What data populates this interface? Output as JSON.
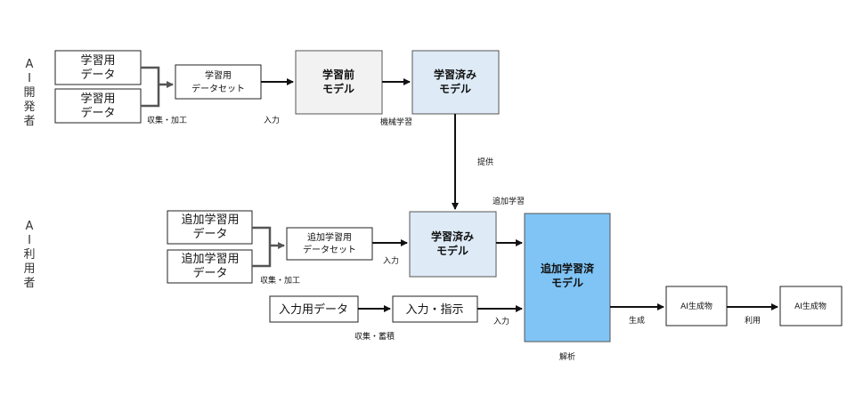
{
  "actors": {
    "developer": [
      "A",
      "I",
      "開",
      "発",
      "者"
    ],
    "user": [
      "A",
      "I",
      "利",
      "用",
      "者"
    ]
  },
  "boxes": {
    "dev_data1": [
      "学習用",
      "データ"
    ],
    "dev_data2": [
      "学習用",
      "データ"
    ],
    "dev_dataset": [
      "学習用",
      "データセット"
    ],
    "pre_model": [
      "学習前",
      "モデル"
    ],
    "trained_model_top": [
      "学習済み",
      "モデル"
    ],
    "add_data1": [
      "追加学習用",
      "データ"
    ],
    "add_data2": [
      "追加学習用",
      "データ"
    ],
    "add_dataset": [
      "追加学習用",
      "データセット"
    ],
    "trained_model_bottom": [
      "学習済み",
      "モデル"
    ],
    "additional_model": [
      "追加学習済",
      "モデル"
    ],
    "input_data": [
      "入力用データ"
    ],
    "input_instruction": [
      "入力・指示"
    ],
    "ai_output1": [
      "AI生成物"
    ],
    "ai_output2": [
      "AI生成物"
    ]
  },
  "labels": {
    "collect_process_top": "収集・加工",
    "input_top": "入力",
    "machine_learning": "機械学習",
    "provide": "提供",
    "additional_learning": "追加学習",
    "input_bottom": "入力",
    "collect_process_bottom": "収集・加工",
    "collect_store": "収集・蓄積",
    "input_right": "入力",
    "generate": "生成",
    "use": "利用",
    "analysis": "解析"
  },
  "colors": {
    "pre_model_fill": "#f2f2f2",
    "trained_model_fill": "#deebf7",
    "additional_model_fill": "#7fc4f5"
  }
}
